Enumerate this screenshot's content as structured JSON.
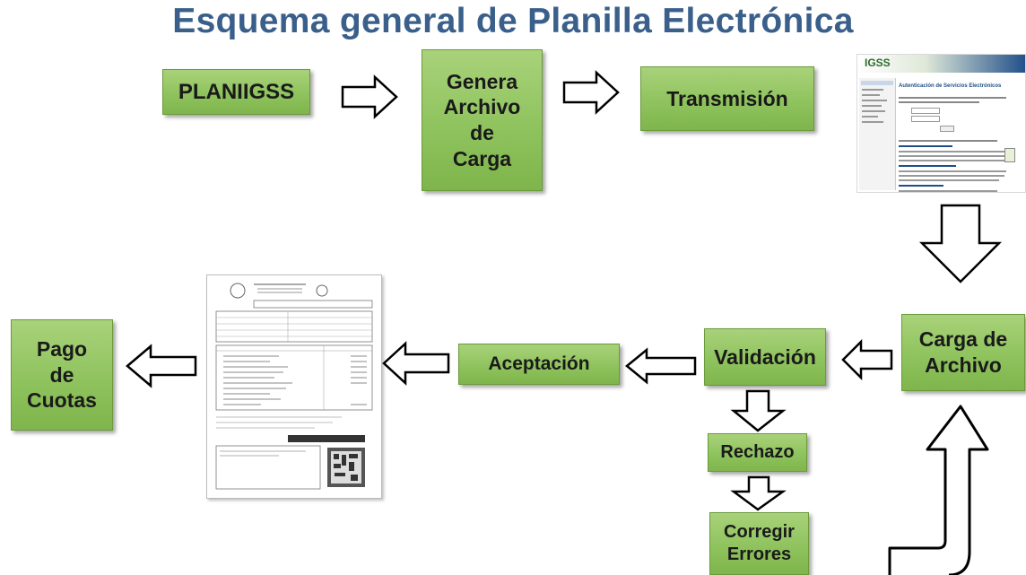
{
  "title": "Esquema general de Planilla Electrónica",
  "nodes": {
    "planiigss": "PLANIIGSS",
    "genera": [
      "Genera",
      "Archivo",
      "de",
      "Carga"
    ],
    "transmision": "Transmisión",
    "carga": [
      "Carga de",
      "Archivo"
    ],
    "validacion": "Validación",
    "aceptacion": "Aceptación",
    "pago": [
      "Pago",
      "de",
      "Cuotas"
    ],
    "rechazo": "Rechazo",
    "corregir": [
      "Corregir",
      "Errores"
    ]
  },
  "web_portal": {
    "logo": "IGSS",
    "heading": "Autenticación de Servicios Electrónicos"
  },
  "colors": {
    "title": "#3a5f8a",
    "box_fill": "#8fc35e",
    "box_border": "#6a9a3c",
    "arrow_fill": "#ffffff",
    "arrow_stroke": "#000000"
  }
}
